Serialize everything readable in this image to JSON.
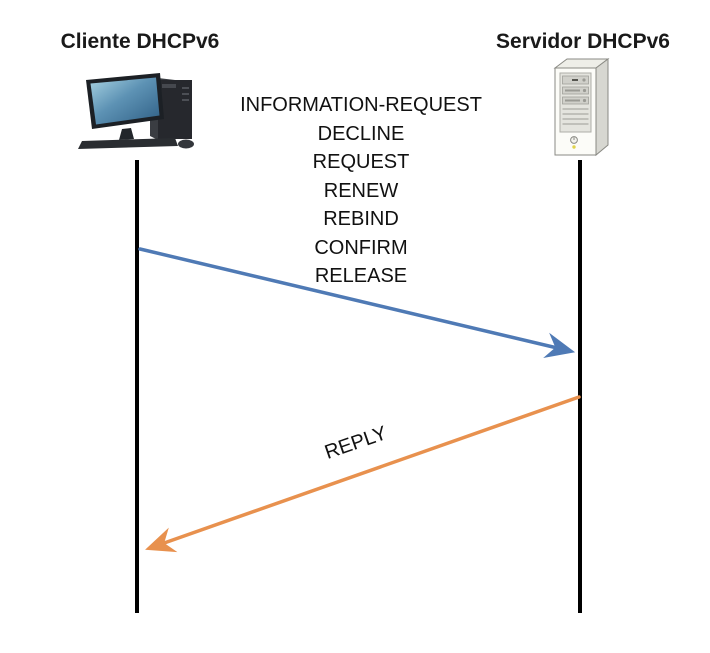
{
  "diagram": {
    "client": {
      "title": "Cliente DHCPv6"
    },
    "server": {
      "title": "Servidor DHCPv6"
    },
    "request_messages": [
      "INFORMATION-REQUEST",
      "DECLINE",
      "REQUEST",
      "RENEW",
      "REBIND",
      "CONFIRM",
      "RELEASE"
    ],
    "reply_label": "REPLY",
    "colors": {
      "request_arrow": "#4F7AB5",
      "reply_arrow": "#E8914E",
      "lifeline": "#000000",
      "text": "#111111"
    }
  }
}
